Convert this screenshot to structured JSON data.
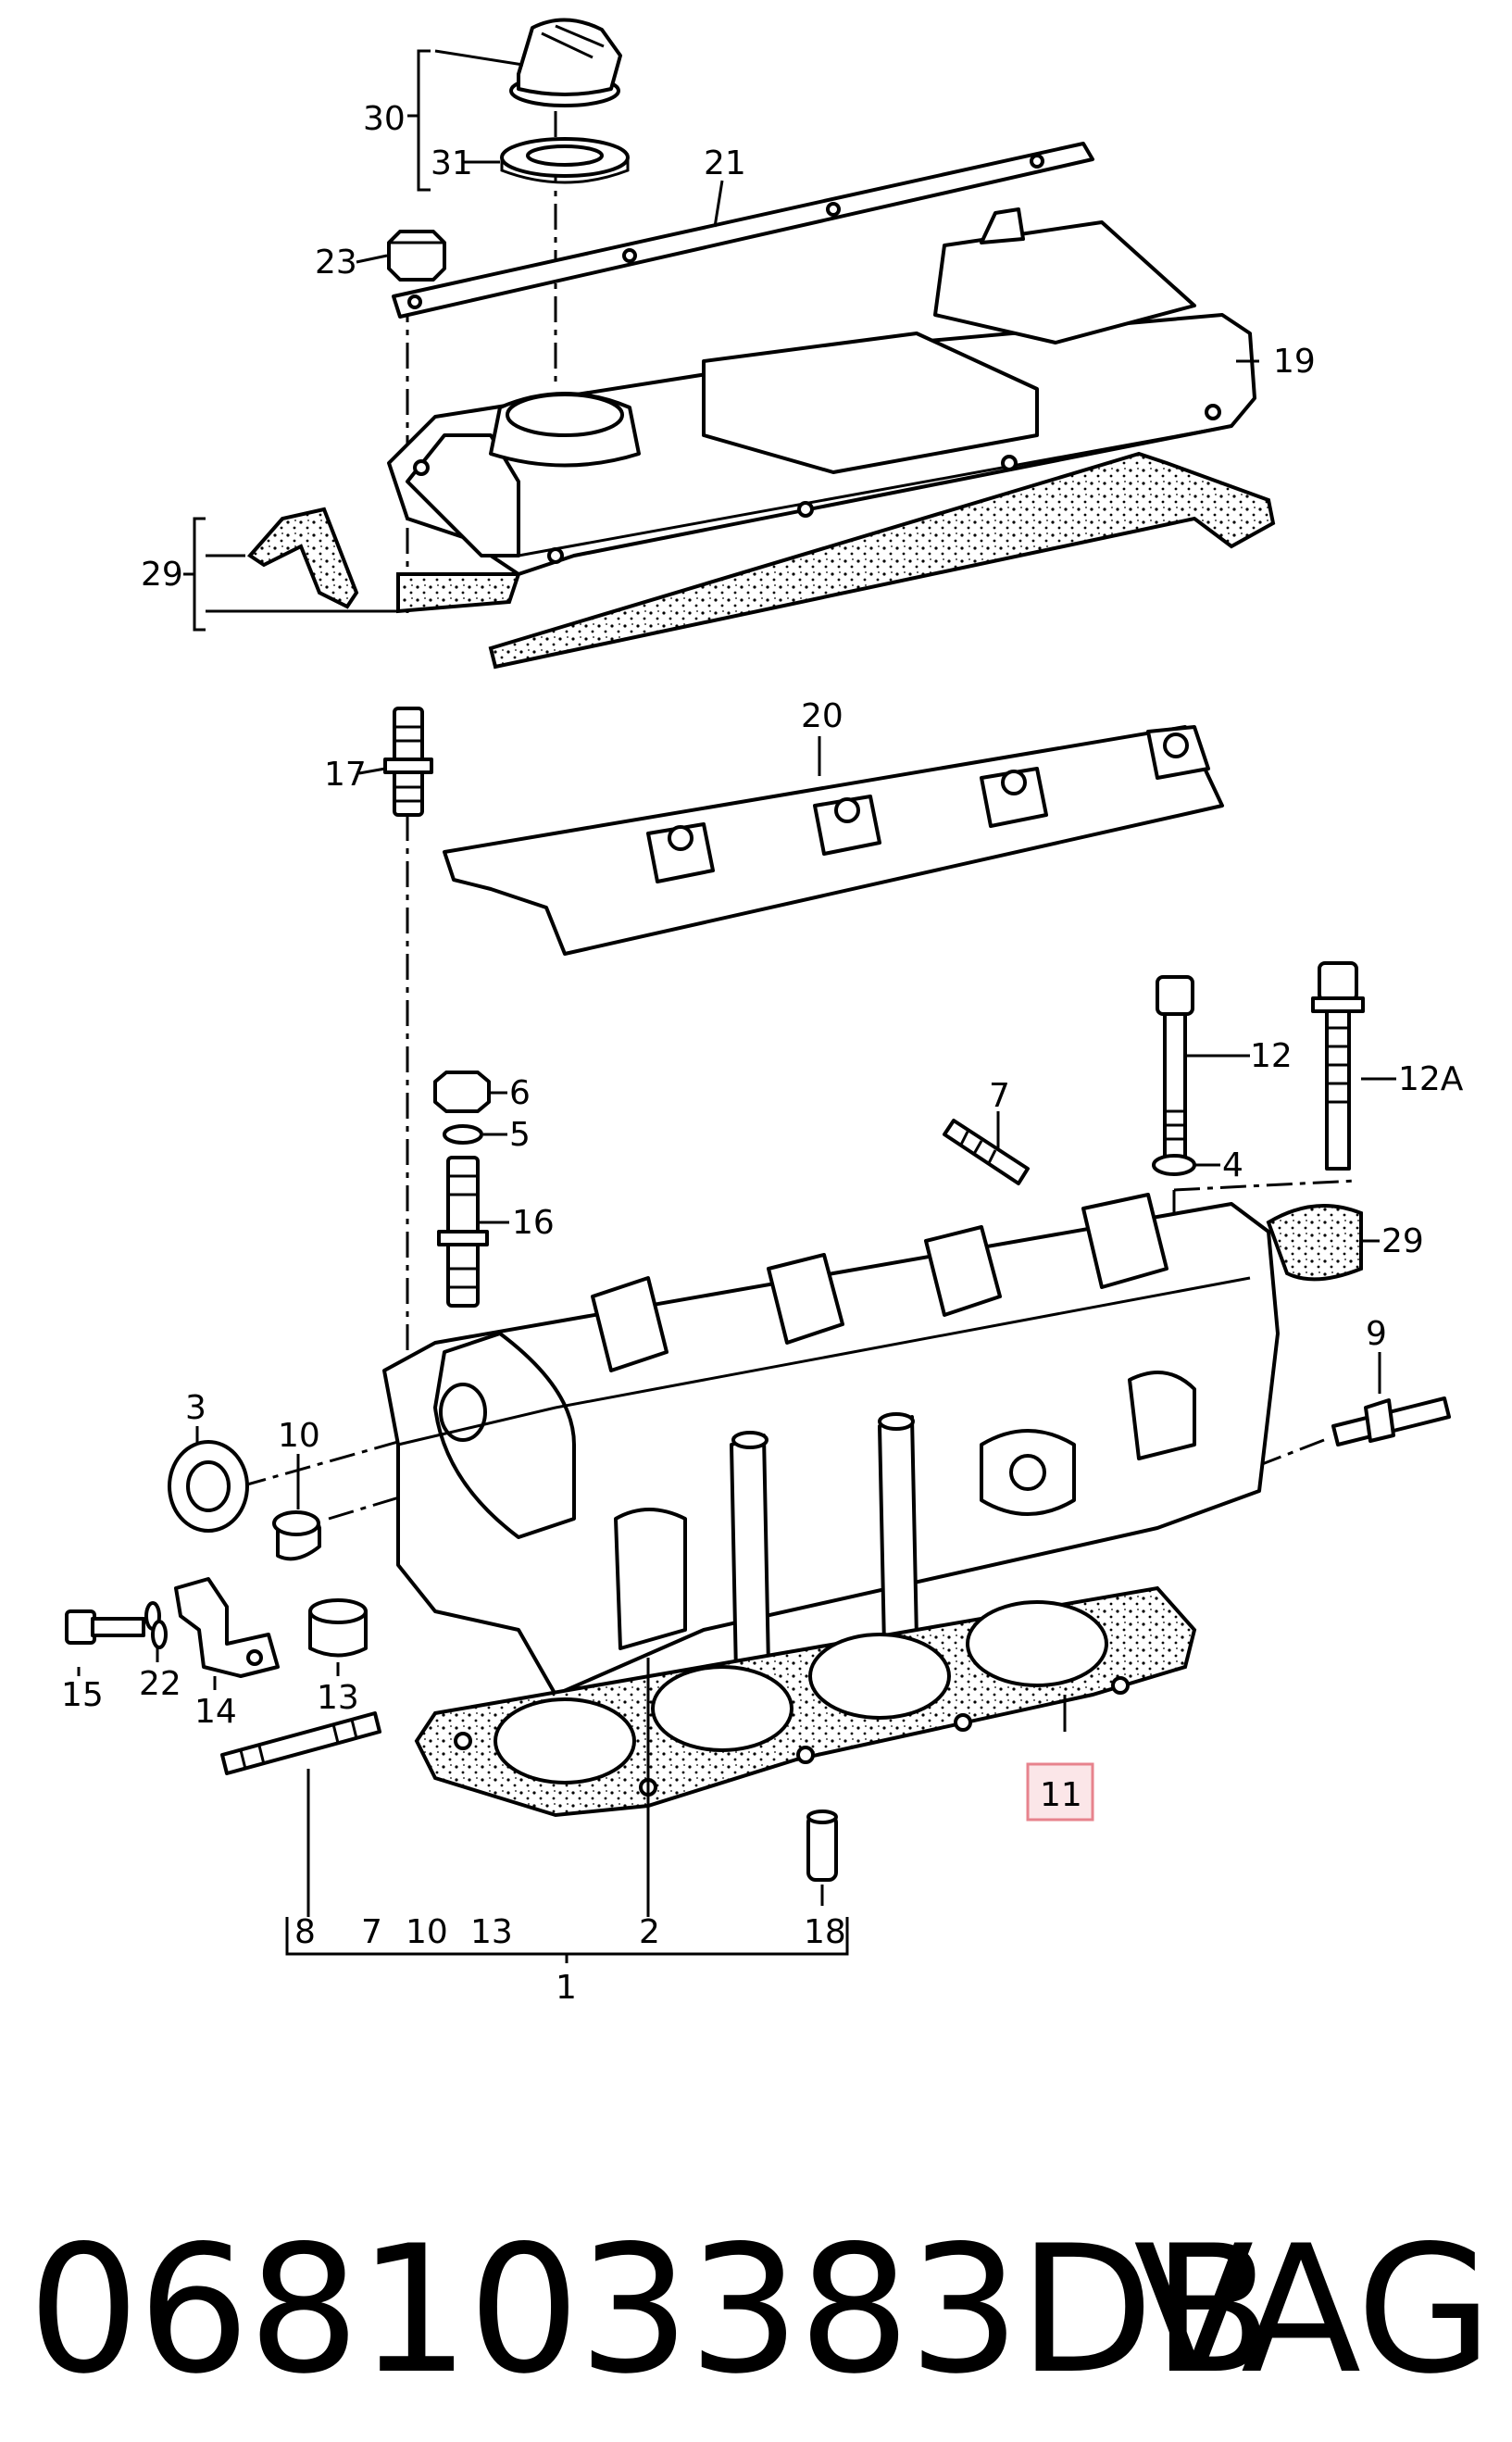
{
  "diagram": {
    "callouts": {
      "c30": "30",
      "c31": "31",
      "c21": "21",
      "c23": "23",
      "c19": "19",
      "c29a": "29",
      "c17": "17",
      "c20": "20",
      "c12": "12",
      "c12a": "12A",
      "c7": "7",
      "c4": "4",
      "c29b": "29",
      "c6": "6",
      "c5": "5",
      "c16": "16",
      "c9": "9",
      "c3": "3",
      "c10": "10",
      "c15": "15",
      "c22": "22",
      "c14": "14",
      "c13": "13",
      "c11": "11",
      "c18": "18",
      "b8": "8",
      "b7": "7",
      "b10": "10",
      "b13": "13",
      "b2": "2",
      "b18": "18",
      "c1": "1"
    },
    "highlight_color": "#e7838d"
  },
  "footer": {
    "part_number": "068103383DB",
    "brand": "VAG"
  }
}
